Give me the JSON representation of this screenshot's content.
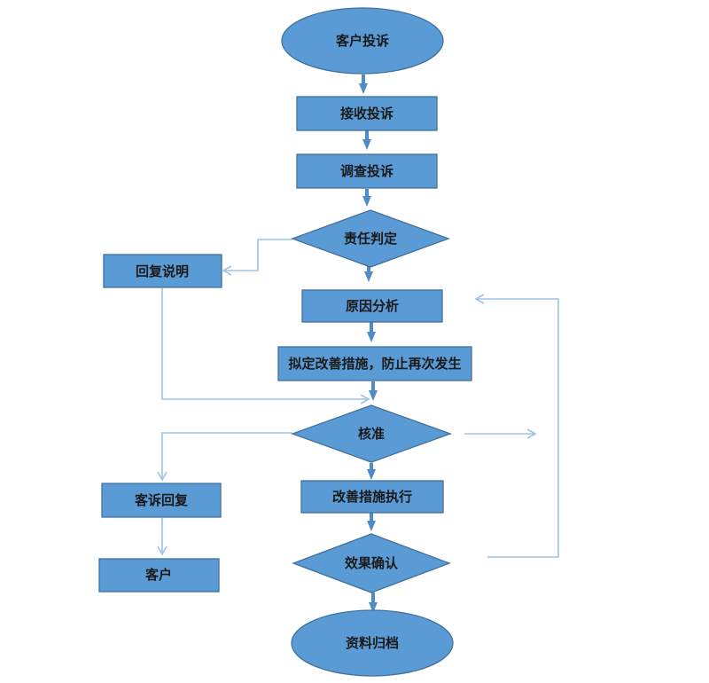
{
  "colors": {
    "shape_fill": "#5b9bd5",
    "shape_stroke": "#41719c",
    "main_arrow": "#4f8bc6",
    "connector_line": "#9dc3e6",
    "text": "#1a1a1a"
  },
  "nodes": {
    "customer_complaint": "客户投诉",
    "receive_complaint": "接收投诉",
    "investigate_complaint": "调查投诉",
    "responsibility_judgment": "责任判定",
    "reply_explanation": "回复说明",
    "root_cause_analysis": "原因分析",
    "draft_measures": "拟定改善措施，防止再次发生",
    "approval": "核准",
    "complaint_reply": "客诉回复",
    "customer": "客户",
    "execute_measures": "改善措施执行",
    "effect_confirmation": "效果确认",
    "archive": "资料归档"
  }
}
